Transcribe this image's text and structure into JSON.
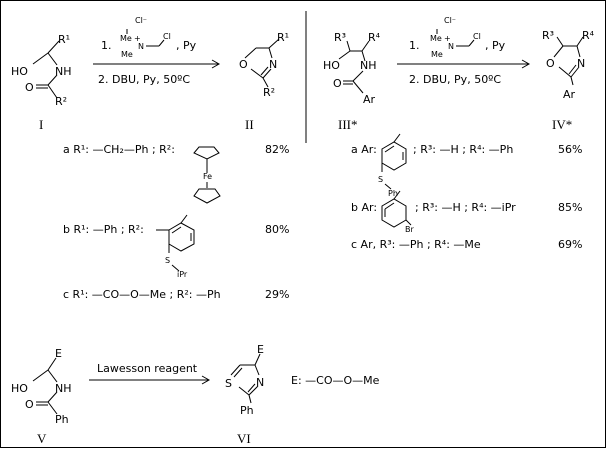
{
  "reagent_top": {
    "cl_minus": "Cl⁻",
    "me": "Me",
    "plus": "+",
    "n": "N",
    "cl": "Cl",
    "step1_num": "1.",
    "step1_py": ", Py",
    "step2": "2. DBU, Py, 50ºC"
  },
  "left_scheme": {
    "sm": {
      "ho": "HO",
      "nh": "NH",
      "o": "O",
      "r1": "R¹",
      "r2": "R²"
    },
    "prod": {
      "o": "O",
      "n": "N",
      "r1": "R¹",
      "r2": "R²"
    },
    "label_sm": "I",
    "label_prod": "II",
    "examples": [
      {
        "text": "a R¹: —CH₂—Ph ; R²:",
        "yield": "82%",
        "fe": "Fe"
      },
      {
        "text": "b R¹: —Ph ; R²:",
        "yield": "80%",
        "s": "S",
        "ipr": "iPr"
      },
      {
        "text": "c R¹: —CO—O—Me ; R²: —Ph",
        "yield": "29%"
      }
    ]
  },
  "right_scheme": {
    "sm": {
      "ho": "HO",
      "nh": "NH",
      "o": "O",
      "r3": "R³",
      "r4": "R⁴",
      "ar": "Ar"
    },
    "prod": {
      "o": "O",
      "n": "N",
      "r3": "R³",
      "r4": "R⁴",
      "ar": "Ar"
    },
    "label_sm": "III*",
    "label_prod": "IV*",
    "examples": [
      {
        "text_a": "a Ar:",
        "text_b": "; R³: —H ; R⁴: —Ph",
        "yield": "56%",
        "s": "S",
        "ph": "Ph"
      },
      {
        "text_a": "b Ar:",
        "text_b": "; R³: —H ; R⁴: —iPr",
        "yield": "85%",
        "br": "Br"
      },
      {
        "text": "c Ar, R³: —Ph ; R⁴: —Me",
        "yield": "69%"
      }
    ]
  },
  "bottom_scheme": {
    "sm": {
      "ho": "HO",
      "nh": "NH",
      "o": "O",
      "e": "E",
      "ph": "Ph"
    },
    "prod": {
      "s": "S",
      "n": "N",
      "e": "E",
      "ph": "Ph"
    },
    "reagent": "Lawesson reagent",
    "label_sm": "V",
    "label_prod": "VI",
    "e_def": "E: —CO—O—Me"
  }
}
